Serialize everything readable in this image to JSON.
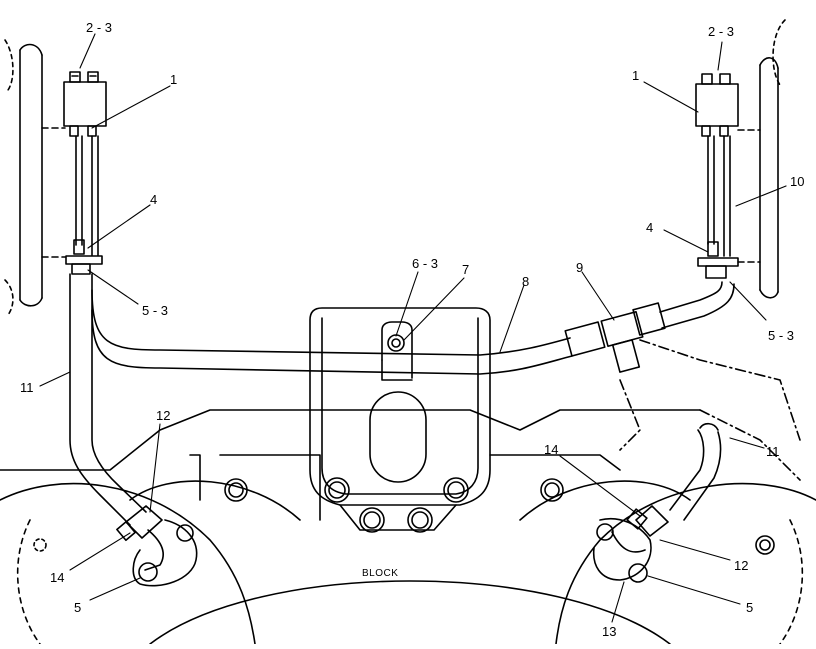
{
  "callouts": {
    "left_2_3": "2 - 3",
    "right_2_3": "2 - 3",
    "left_1": "1",
    "right_1": "1",
    "left_4": "4",
    "right_4": "4",
    "left_5_3": "5 - 3",
    "right_5_3": "5 - 3",
    "c6_3": "6 - 3",
    "c7": "7",
    "c8": "8",
    "c9": "9",
    "c10": "10",
    "left_11": "11",
    "right_11": "11",
    "left_12": "12",
    "right_12": "12",
    "left_14": "14",
    "right_14": "14",
    "left_5": "5",
    "right_5": "5",
    "c13": "13"
  },
  "block_label": "BLOCK",
  "colors": {
    "line": "#000000",
    "background": "#ffffff"
  }
}
